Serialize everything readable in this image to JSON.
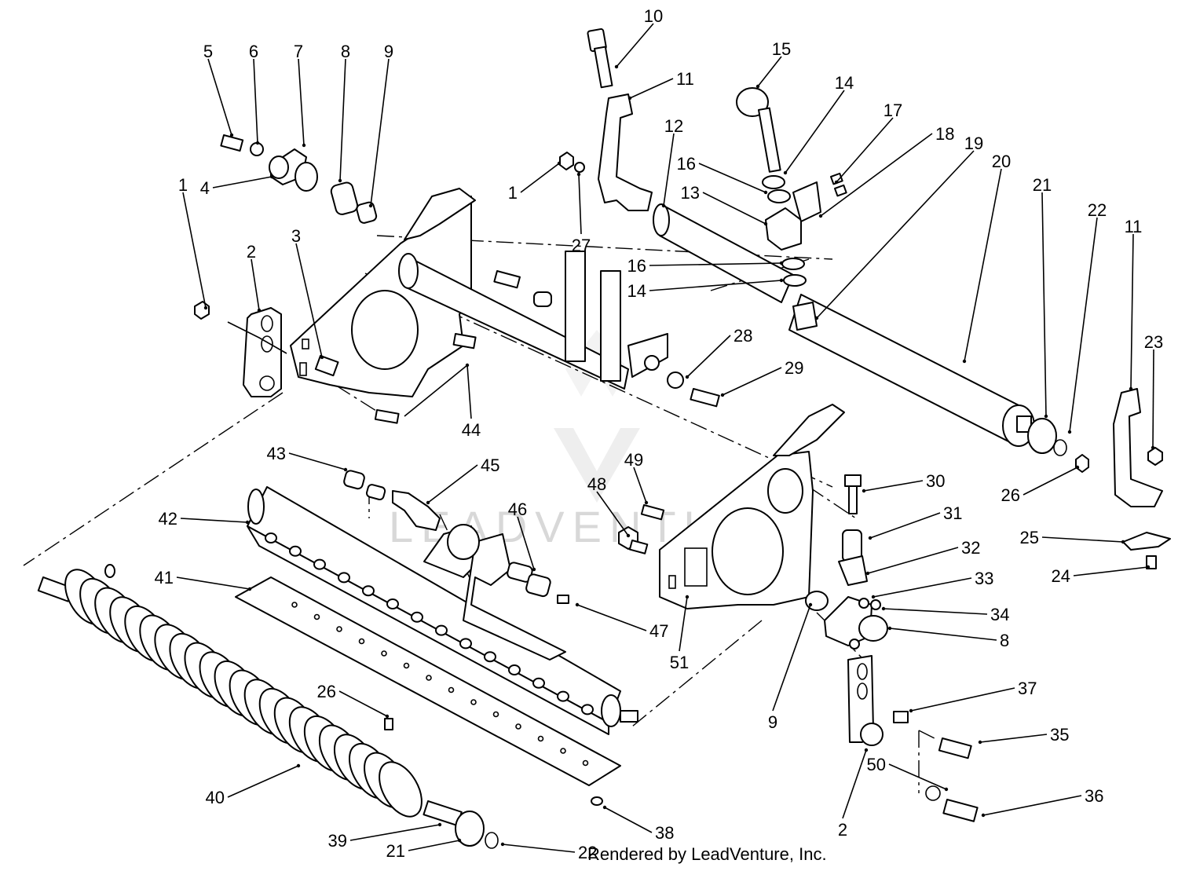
{
  "watermark": "LEADVENTURE",
  "footer_text": "Rendered by LeadVenture, Inc.",
  "callouts": [
    "1",
    "1",
    "2",
    "2",
    "3",
    "4",
    "5",
    "6",
    "7",
    "8",
    "8",
    "9",
    "9",
    "10",
    "11",
    "11",
    "12",
    "13",
    "14",
    "14",
    "15",
    "16",
    "16",
    "17",
    "18",
    "19",
    "20",
    "21",
    "21",
    "22",
    "22",
    "23",
    "24",
    "25",
    "26",
    "26",
    "27",
    "28",
    "29",
    "30",
    "31",
    "32",
    "33",
    "34",
    "35",
    "36",
    "37",
    "38",
    "39",
    "40",
    "41",
    "42",
    "43",
    "44",
    "45",
    "46",
    "47",
    "48",
    "49",
    "50",
    "51"
  ]
}
